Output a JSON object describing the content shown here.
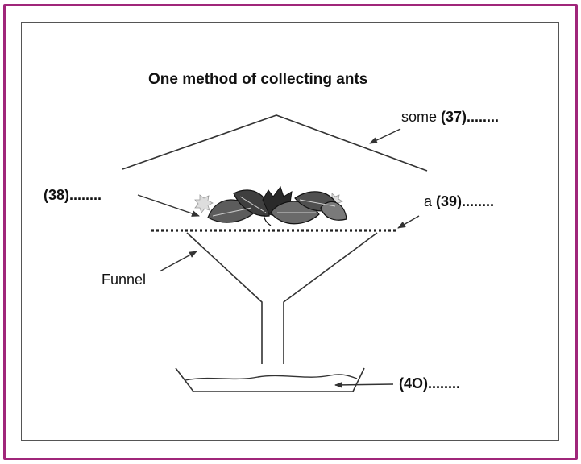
{
  "title": "One method of collecting ants",
  "labels": {
    "cover_prefix": "some ",
    "cover_number": "(37)",
    "cover_dots": "........",
    "leaves_number": "(38)",
    "leaves_dots": "........",
    "mesh_prefix": "a ",
    "mesh_number": "(39)",
    "mesh_dots": "........",
    "funnel": "Funnel",
    "liquid_number": "(4O)",
    "liquid_dots": "........"
  },
  "colors": {
    "frame_border": "#a0267a",
    "inner_border": "#555555",
    "line": "#333333"
  },
  "icons": [
    "leaves-icon",
    "mesh-dotted-line",
    "funnel-icon",
    "dish-icon"
  ]
}
